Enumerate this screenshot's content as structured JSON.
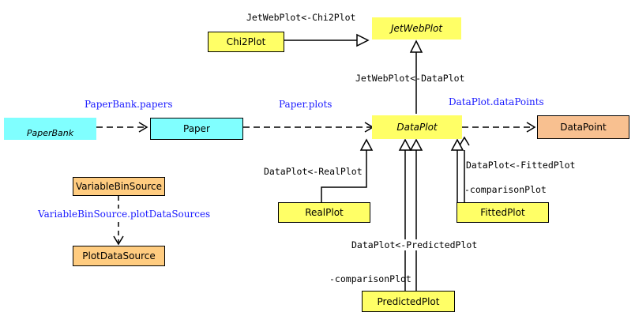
{
  "nodes": {
    "jetwebplot": "JetWebPlot",
    "chi2plot": "Chi2Plot",
    "paperbank": "PaperBank",
    "paper": "Paper",
    "dataplot": "DataPlot",
    "datapoint": "DataPoint",
    "variablebinsource": "VariableBinSource",
    "plotdatasource": "PlotDataSource",
    "realplot": "RealPlot",
    "fittedplot": "FittedPlot",
    "predictedplot": "PredictedPlot"
  },
  "labels": {
    "jetwebplot_chi2plot": "JetWebPlot<-Chi2Plot",
    "jetwebplot_dataplot": "JetWebPlot<-DataPlot",
    "paperbank_papers": "PaperBank.papers",
    "paper_plots": "Paper.plots",
    "dataplot_datapoints": "DataPlot.dataPoints",
    "dataplot_realplot": "DataPlot<-RealPlot",
    "dataplot_fittedplot": "DataPlot<-FittedPlot",
    "comparisonplot_fitted": "-comparisonPlot",
    "variablebinsource_plotdatasources": "VariableBinSource.plotDataSources",
    "dataplot_predictedplot": "DataPlot<-PredictedPlot",
    "comparisonplot_predicted": "-comparisonPlot"
  },
  "colors": {
    "class_fill": "#ffff66",
    "paper_fill": "#80ffff",
    "source_fill": "#ffcc80",
    "datapoint_fill": "#f8c090",
    "association_label": "#1a1aff"
  }
}
